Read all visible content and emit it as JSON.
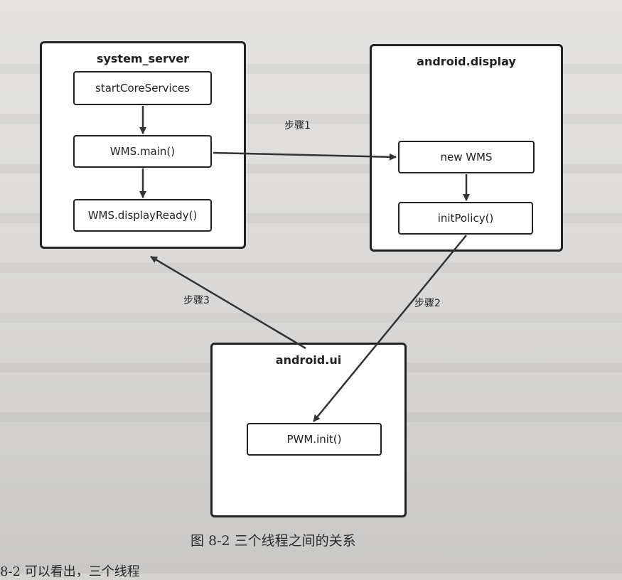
{
  "diagram": {
    "threads": {
      "system_server": {
        "title": "system_server",
        "steps": [
          "startCoreServices",
          "WMS.main()",
          "WMS.displayReady()"
        ]
      },
      "android_display": {
        "title": "android.display",
        "steps": [
          "new WMS",
          "initPolicy()"
        ]
      },
      "android_ui": {
        "title": "android.ui",
        "steps": [
          "PWM.init()"
        ]
      }
    },
    "edges": {
      "step1": "步骤1",
      "step2": "步骤2",
      "step3": "步骤3"
    }
  },
  "caption": "图 8-2   三个线程之间的关系",
  "bottom_fragment": "8-2 可以看出，三个线程"
}
